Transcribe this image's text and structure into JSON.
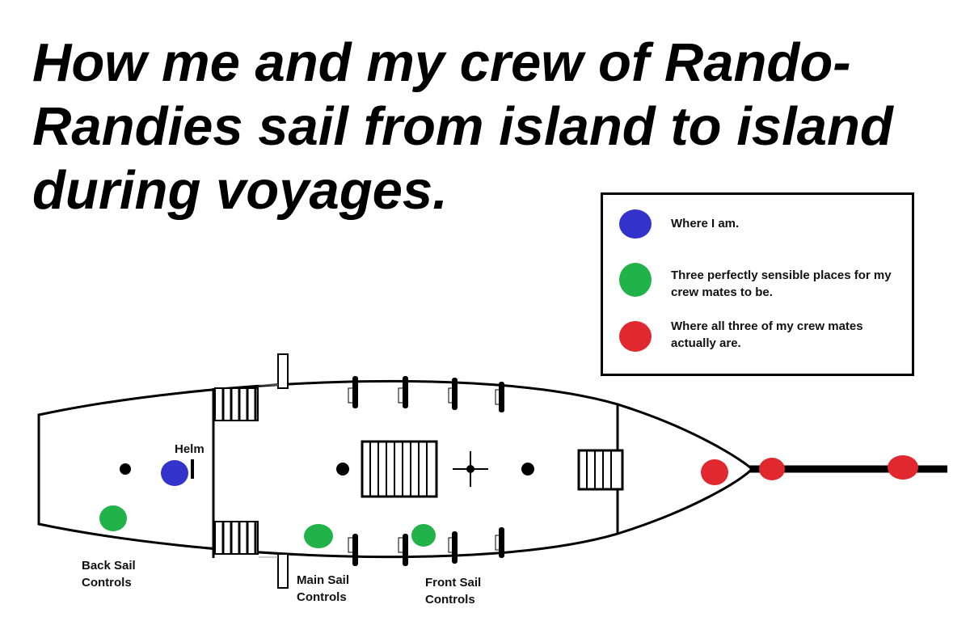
{
  "title": {
    "line1": "How me and my crew of Rando-",
    "line2": "Randies sail from island to island",
    "line3": "during voyages."
  },
  "legend": {
    "items": [
      {
        "color": "#3333cc",
        "text": "Where I am."
      },
      {
        "color": "#22b24a",
        "text": "Three perfectly sensible places for my crew mates to be."
      },
      {
        "color": "#e0282e",
        "text": "Where all three of my crew mates actually are."
      }
    ]
  },
  "labels": {
    "helm": "Helm",
    "back_sail_1": "Back Sail",
    "back_sail_2": "Controls",
    "main_sail_1": "Main Sail",
    "main_sail_2": "Controls",
    "front_sail_1": "Front Sail",
    "front_sail_2": "Controls"
  },
  "colors": {
    "me": "#3333cc",
    "sensible": "#22b24a",
    "actual": "#e0282e",
    "outline": "#000000"
  }
}
